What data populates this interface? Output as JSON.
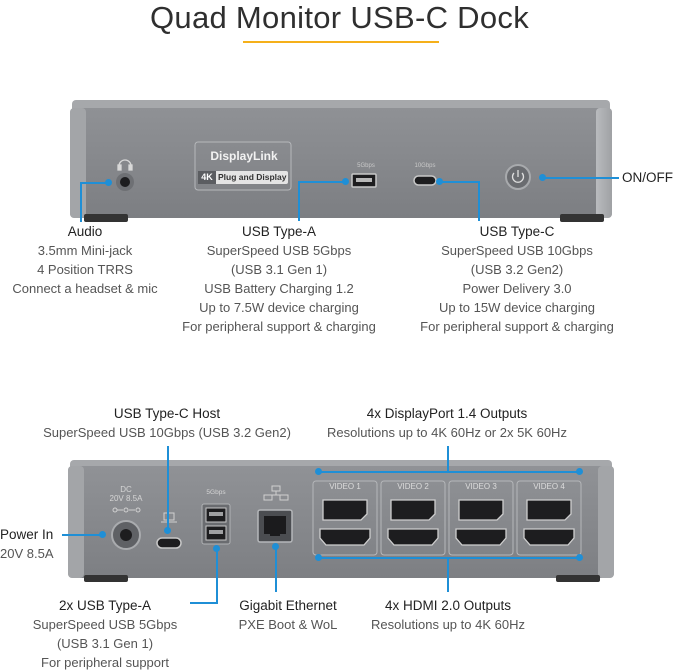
{
  "title": "Quad Monitor USB-C Dock",
  "colors": {
    "accent": "#f5b01a",
    "callout": "#1f8fd6",
    "device": "#8c8e92"
  },
  "front": {
    "logo": {
      "brand": "DisplayLink",
      "badge": "4K",
      "tagline": "Plug and Display"
    },
    "port_small": {
      "usba": "5Gbps",
      "usbc": "10Gbps"
    },
    "audio": {
      "title": "Audio",
      "lines": [
        "3.5mm Mini-jack",
        "4 Position TRRS",
        "Connect a headset & mic"
      ]
    },
    "usb_a": {
      "title": "USB Type-A",
      "lines": [
        "SuperSpeed USB 5Gbps",
        "(USB 3.1 Gen 1)",
        "USB Battery Charging 1.2",
        "Up to 7.5W device charging",
        "For peripheral support & charging"
      ]
    },
    "usb_c": {
      "title": "USB Type-C",
      "lines": [
        "SuperSpeed USB 10Gbps",
        "(USB 3.2 Gen2)",
        "Power Delivery 3.0",
        "Up to 15W device charging",
        "For peripheral support & charging"
      ]
    },
    "power_button": {
      "title": "ON/OFF"
    }
  },
  "rear": {
    "dc_label": {
      "line1": "DC",
      "line2": "20V 8.5A"
    },
    "usba_small": "5Gbps",
    "video_labels": [
      "VIDEO 1",
      "VIDEO 2",
      "VIDEO 3",
      "VIDEO 4"
    ],
    "usbc_host": {
      "title": "USB Type-C Host",
      "lines": [
        "SuperSpeed USB 10Gbps (USB 3.2 Gen2)"
      ]
    },
    "displayport": {
      "title": "4x DisplayPort 1.4 Outputs",
      "lines": [
        "Resolutions up to 4K 60Hz or 2x 5K 60Hz"
      ]
    },
    "power_in": {
      "title": "Power In",
      "lines": [
        "20V 8.5A"
      ]
    },
    "usb_a": {
      "title": "2x USB Type-A",
      "lines": [
        "SuperSpeed USB 5Gbps",
        "(USB 3.1 Gen 1)",
        "For peripheral support"
      ]
    },
    "ethernet": {
      "title": "Gigabit Ethernet",
      "lines": [
        "PXE Boot & WoL"
      ]
    },
    "hdmi": {
      "title": "4x HDMI 2.0 Outputs",
      "lines": [
        "Resolutions up to 4K 60Hz"
      ]
    }
  }
}
